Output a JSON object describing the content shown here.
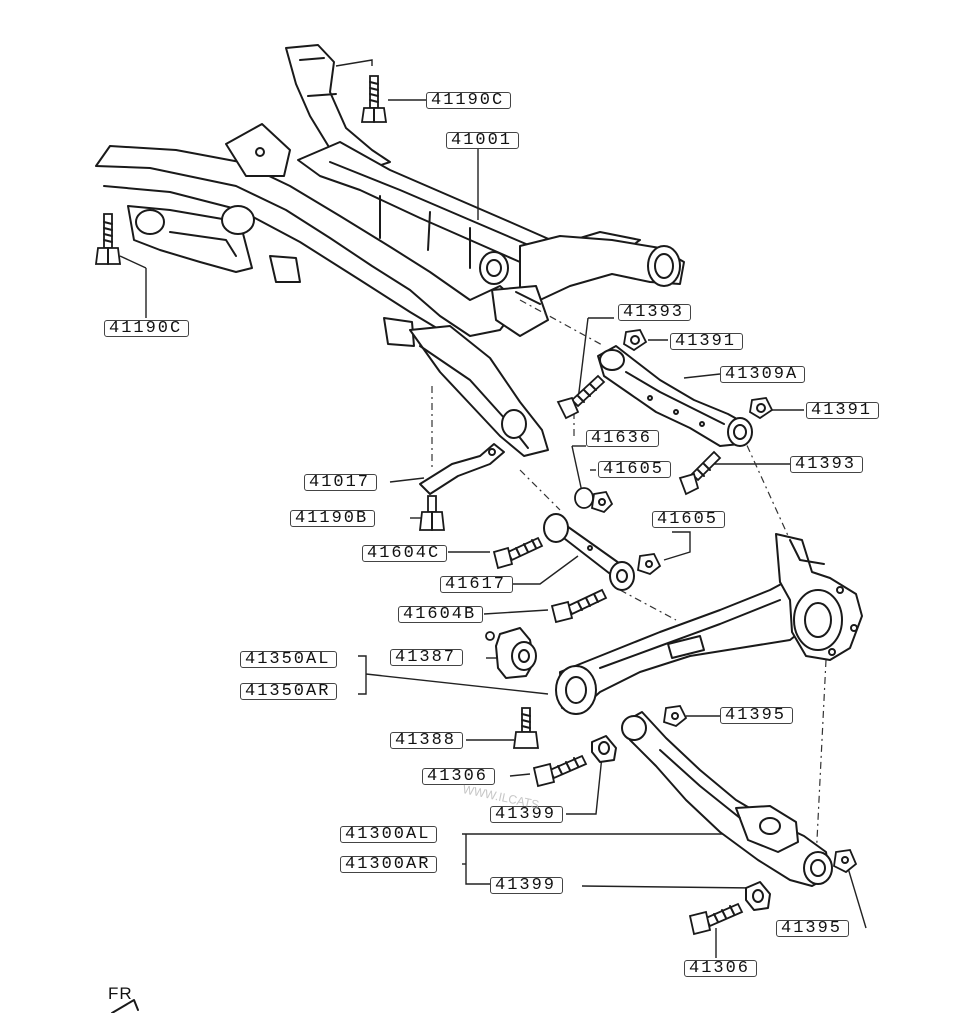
{
  "labels": {
    "l41190C_top": "41190C",
    "l41001": "41001",
    "l41190C_left": "41190C",
    "l41393_a": "41393",
    "l41391_a": "41391",
    "l41309A": "41309A",
    "l41391_b": "41391",
    "l41636": "41636",
    "l41605_a": "41605",
    "l41393_b": "41393",
    "l41017": "41017",
    "l41190B": "41190B",
    "l41605_b": "41605",
    "l41604C": "41604C",
    "l41617": "41617",
    "l41604B": "41604B",
    "l41350AL": "41350AL",
    "l41387": "41387",
    "l41350AR": "41350AR",
    "l41395_a": "41395",
    "l41388": "41388",
    "l41306_a": "41306",
    "l41399_a": "41399",
    "l41300AL": "41300AL",
    "l41300AR": "41300AR",
    "l41399_b": "41399",
    "l41395_b": "41395",
    "l41306_b": "41306"
  },
  "fr_marker": "FR",
  "watermark": "WWW.ILCATS"
}
